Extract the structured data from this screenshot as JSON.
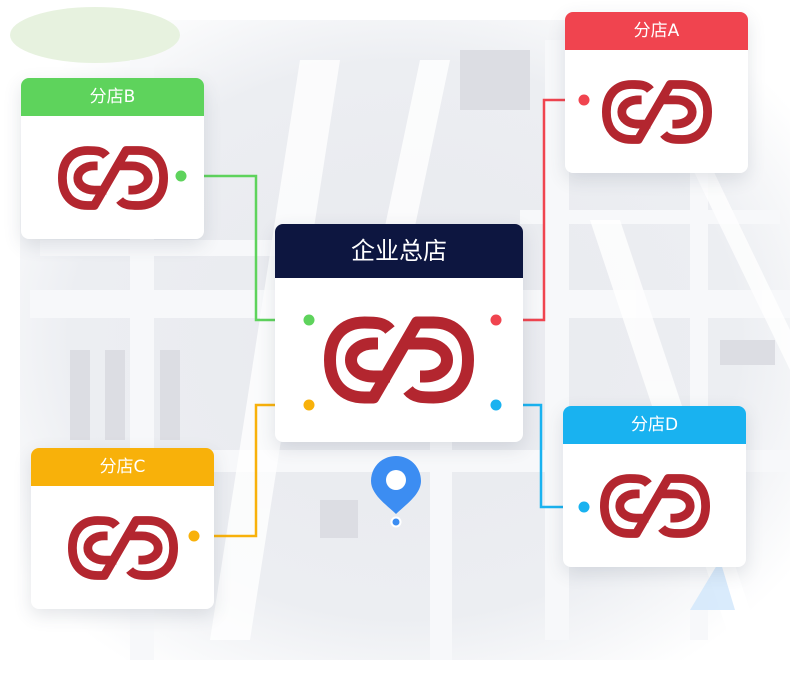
{
  "headquarters": {
    "label": "企业总店",
    "color": "#0d1640"
  },
  "branches": {
    "a": {
      "label": "分店A",
      "color": "#f0444f"
    },
    "b": {
      "label": "分店B",
      "color": "#5ed35c"
    },
    "c": {
      "label": "分店C",
      "color": "#f8b10a"
    },
    "d": {
      "label": "分店D",
      "color": "#19b2f0"
    }
  },
  "logo": {
    "icon": "infinity-brand-logo-icon",
    "color": "#b3262f"
  },
  "location_pin": {
    "icon": "map-pin-icon",
    "color": "#3c8df2"
  },
  "background": {
    "icon": "city-map-background"
  }
}
